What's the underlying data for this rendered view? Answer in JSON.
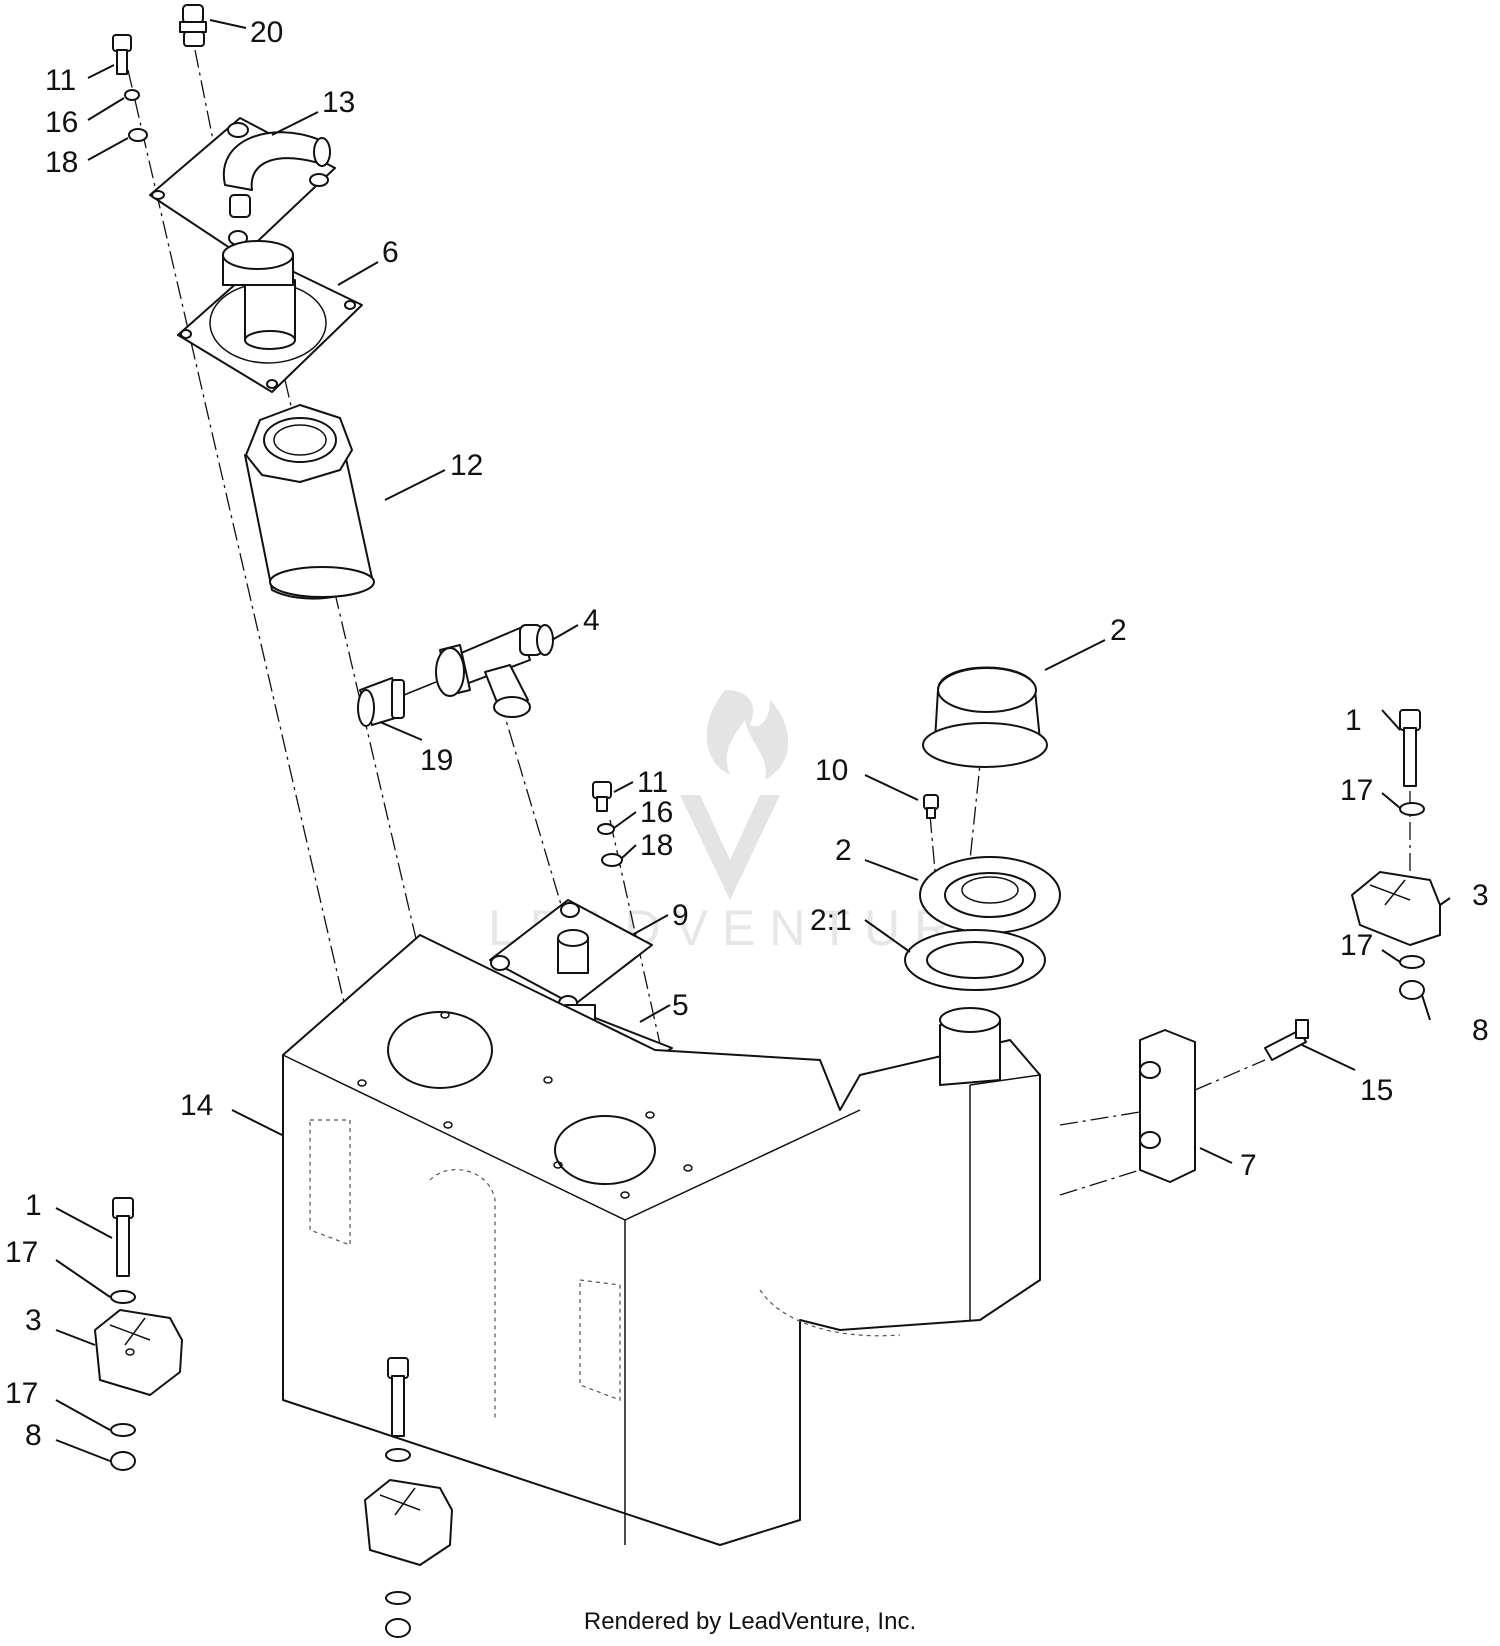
{
  "watermark": {
    "text": "LEADVENTURE"
  },
  "footer": "Rendered by LeadVenture, Inc.",
  "callouts": [
    "20",
    "11",
    "16",
    "18",
    "13",
    "6",
    "12",
    "4",
    "19",
    "11",
    "16",
    "18",
    "9",
    "5",
    "14",
    "2",
    "10",
    "2",
    "2:1",
    "1",
    "17",
    "3",
    "17",
    "8",
    "15",
    "7",
    "1",
    "17",
    "3",
    "17",
    "8"
  ]
}
